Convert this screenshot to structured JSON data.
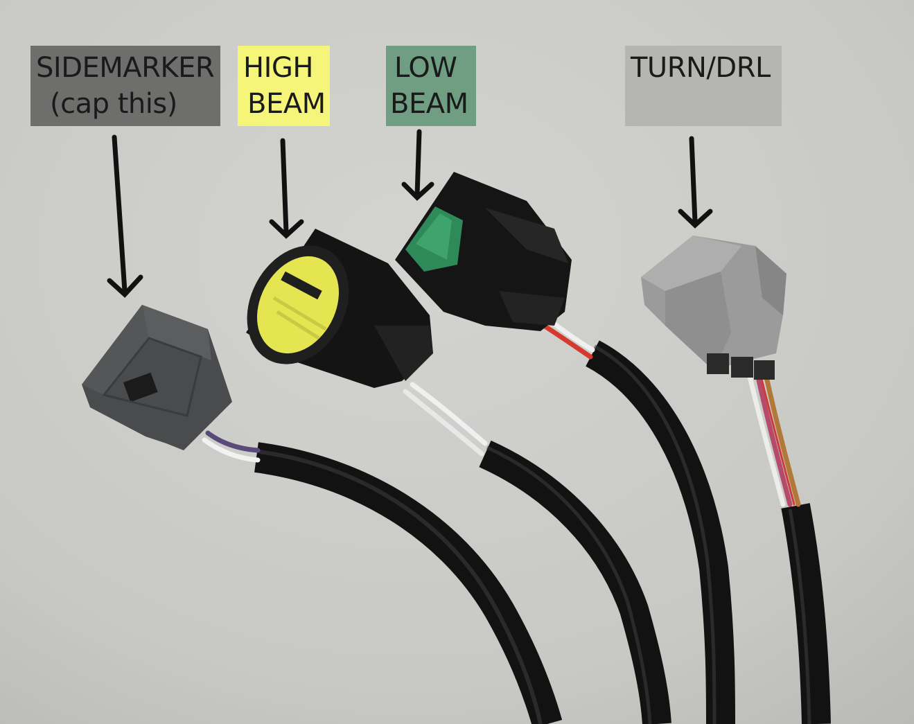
{
  "labels": {
    "sidemarker": {
      "line1": "SIDEMARKER",
      "line2": "(cap this)",
      "color": "#6e6f6d"
    },
    "high_beam": {
      "line1": "HIGH",
      "line2": "BEAM",
      "color": "#f5f57a"
    },
    "low_beam": {
      "line1": "LOW",
      "line2": "BEAM",
      "color": "#6f9e82"
    },
    "turn_drl": {
      "line1": "TURN/DRL",
      "color": "#b5b5b2"
    }
  },
  "colors": {
    "background": "#ccccc9",
    "cable": "#151515",
    "sidemarker_connector": "#4a4b4c",
    "high_beam_insert": "#e5e551",
    "low_beam_insert": "#2f8a5a",
    "turn_connector": "#9a9b9a",
    "arrow": "#111111"
  }
}
